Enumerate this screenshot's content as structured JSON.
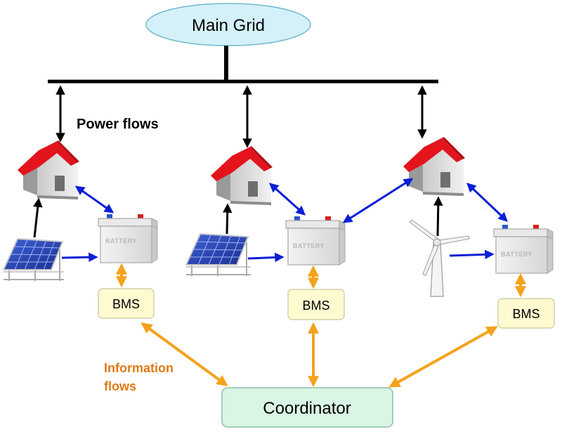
{
  "main_grid": {
    "label": "Main Grid"
  },
  "labels": {
    "power_flows": "Power flows",
    "information_flows_line1": "Information",
    "information_flows_line2": "flows"
  },
  "coordinator": {
    "label": "Coordinator"
  },
  "bms_label": "BMS",
  "battery_label": "BATTERY",
  "clusters": [
    {
      "source": "solar-panel"
    },
    {
      "source": "solar-panel"
    },
    {
      "source": "wind-turbine"
    }
  ],
  "colors": {
    "main_grid_fill": "#d4f1fa",
    "coordinator_fill": "#d9f5e4",
    "bms_fill": "#fffad0",
    "power_flow": "#000000",
    "battery_flow": "#0a1fd6",
    "info_flow": "#f5a21c",
    "info_label": "#e07b16",
    "roof": "#e3141c"
  }
}
